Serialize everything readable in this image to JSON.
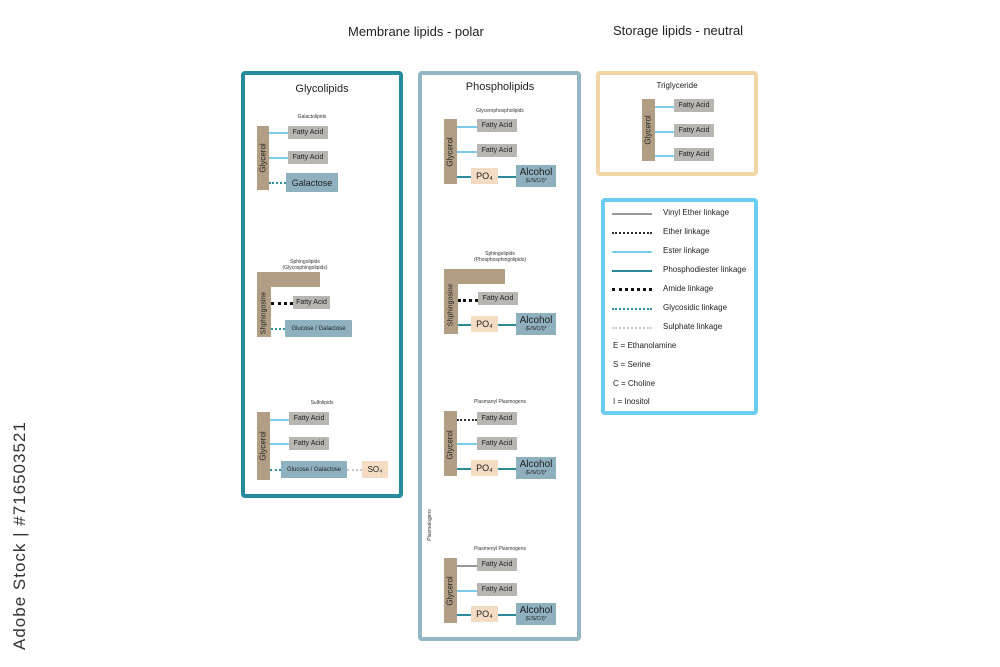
{
  "headers": {
    "membrane": "Membrane lipids - polar",
    "storage": "Storage lipids - neutral"
  },
  "glycolipids": {
    "title": "Glycolipids",
    "galactolipids": {
      "title": "Galactolipids",
      "backbone": "Glycerol",
      "fa1": "Fatty Acid",
      "fa2": "Fatty Acid",
      "head": "Galactose"
    },
    "sphingolipids": {
      "title": "Sphingolipids",
      "subtitle": "(Glycosphingolipids)",
      "backbone": "Shphingosine",
      "fa": "Fatty Acid",
      "head": "Glucose / Galactose"
    },
    "sulfolipids": {
      "title": "Sulfolipids",
      "backbone": "Glycerol",
      "fa1": "Fatty Acid",
      "fa2": "Fatty Acid",
      "head": "Glucose / Galactose",
      "sulphate": "SO₄"
    }
  },
  "phospholipids": {
    "title": "Phospholipids",
    "side_label": "Plasmalogens",
    "glycerophospholipids": {
      "title": "Glycerophospholipids",
      "backbone": "Glycerol",
      "fa1": "Fatty Acid",
      "fa2": "Fatty Acid",
      "po4": "PO₄",
      "alcohol": "Alcohol",
      "alcohol_sub": "(E/S/C/I)*"
    },
    "sphingolipids": {
      "title": "Sphingolipids",
      "subtitle": "(Phosphosphingolipids)",
      "backbone": "Shphingosine",
      "fa": "Fatty Acid",
      "po4": "PO₄",
      "alcohol": "Alcohol",
      "alcohol_sub": "(E/S/C/I)*"
    },
    "plasmanyl": {
      "title": "Plasmanyl Plasmogens",
      "backbone": "Glycerol",
      "fa1": "Fatty Acid",
      "fa2": "Fatty Acid",
      "po4": "PO₄",
      "alcohol": "Alcohol",
      "alcohol_sub": "(E/S/C/I)*"
    },
    "plasmenyl": {
      "title": "Plasmenyl Plasmogens",
      "backbone": "Glycerol",
      "fa1": "Fatty Acid",
      "fa2": "Fatty Acid",
      "po4": "PO₄",
      "alcohol": "Alcohol",
      "alcohol_sub": "(E/S/C/I)*"
    }
  },
  "triglyceride": {
    "title": "Triglyceride",
    "backbone": "Glycerol",
    "fa1": "Fatty Acid",
    "fa2": "Fatty Acid",
    "fa3": "Fatty Acid"
  },
  "legend": {
    "vinyl": "Vinyl Ether linkage",
    "ether": "Ether linkage",
    "ester": "Ester linkage",
    "phospho": "Phosphodiester linkage",
    "amide": "Amide linkage",
    "glyco": "Glycosidic linkage",
    "sulph": "Sulphate linkage",
    "e": "E = Ethanolamine",
    "s": "S = Serine",
    "c": "C = Choline",
    "i": "I = Inositol"
  },
  "watermark": "Adobe Stock | #716503521",
  "colors": {
    "glyco_border": "#268b9c",
    "phospho_border": "#93b5c4",
    "trig_border": "#f2d6a8",
    "legend_border": "#6ccdf2"
  }
}
